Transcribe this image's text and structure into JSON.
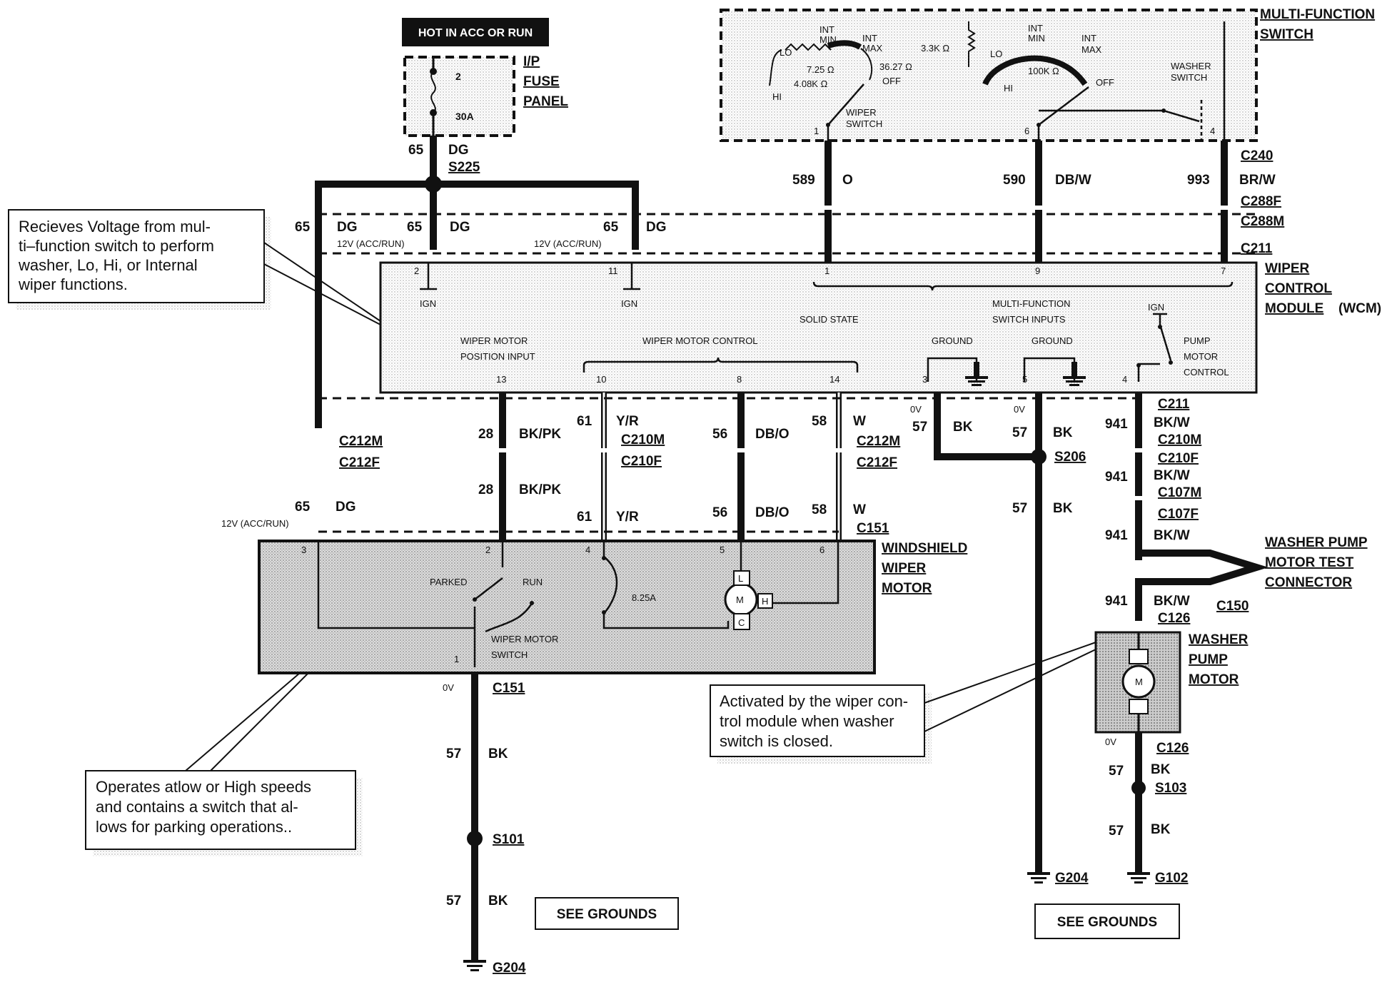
{
  "header": {
    "hot_label": "HOT IN ACC OR RUN"
  },
  "fuse_panel": {
    "name_l1": "I/P",
    "name_l2": "FUSE",
    "name_l3": "PANEL",
    "pin": "2",
    "rating": "30A"
  },
  "mfs": {
    "name_l1": "MULTI-FUNCTION",
    "name_l2": "SWITCH",
    "lo": "LO",
    "hi": "HI",
    "int_min_1": "INT",
    "int_min_2": "MIN",
    "int_max_1": "INT",
    "int_max_2": "MAX",
    "r1": "7.25 Ω",
    "r2": "4.08K Ω",
    "r3": "36.27 Ω",
    "off": "OFF",
    "wiper_switch_1": "WIPER",
    "wiper_switch_2": "SWITCH",
    "r4": "3.3K Ω",
    "r5": "100K Ω",
    "washer_switch_1": "WASHER",
    "washer_switch_2": "SWITCH",
    "pins": [
      "1",
      "6",
      "4"
    ]
  },
  "upper_wires": {
    "w589": "589",
    "c589": "O",
    "w590": "590",
    "c590": "DB/W",
    "w993": "993",
    "c993": "BR/W",
    "conn": [
      "C240",
      "C288F",
      "C288M",
      "C211"
    ]
  },
  "feed": {
    "w65": "65",
    "dg": "DG",
    "s225": "S225",
    "volt": "12V (ACC/RUN)"
  },
  "wcm": {
    "name_l1": "WIPER",
    "name_l2": "CONTROL",
    "name_l3": "MODULE",
    "name_abbr": "(WCM)",
    "ign": "IGN",
    "solid_state": "SOLID STATE",
    "mfs_inputs_1": "MULTI-FUNCTION",
    "mfs_inputs_2": "SWITCH INPUTS",
    "ground": "GROUND",
    "pump_1": "PUMP",
    "pump_2": "MOTOR",
    "pump_3": "CONTROL",
    "wmpi_1": "WIPER MOTOR",
    "wmpi_2": "POSITION INPUT",
    "wmc": "WIPER MOTOR CONTROL",
    "pins_top": [
      "2",
      "11",
      "1",
      "9",
      "7"
    ],
    "pins_bottom": [
      "13",
      "10",
      "8",
      "14",
      "3",
      "5",
      "4"
    ]
  },
  "mid_wires": {
    "w28": "28",
    "c28": "BK/PK",
    "w61": "61",
    "c61": "Y/R",
    "w56": "56",
    "c56": "DB/O",
    "w58": "58",
    "c58": "W",
    "c210m": "C210M",
    "c210f": "C210F",
    "c212m": "C212M",
    "c212f": "C212F",
    "c151": "C151",
    "w57": "57",
    "bk": "BK",
    "zero_v": "0V",
    "s206": "S206",
    "w941": "941",
    "c941": "BK/W",
    "c211": "C211",
    "c107m": "C107M",
    "c107f": "C107F",
    "c150": "C150",
    "c126": "C126"
  },
  "wiper_motor": {
    "name_l1": "WINDSHIELD",
    "name_l2": "WIPER",
    "name_l3": "MOTOR",
    "parked": "PARKED",
    "run": "RUN",
    "switch_1": "WIPER MOTOR",
    "switch_2": "SWITCH",
    "breaker": "8.25A",
    "m": "M",
    "l": "L",
    "h": "H",
    "c": "C",
    "pins": [
      "3",
      "2",
      "4",
      "5",
      "6",
      "1"
    ]
  },
  "washer_test": {
    "name_l1": "WASHER PUMP",
    "name_l2": "MOTOR TEST",
    "name_l3": "CONNECTOR"
  },
  "washer_pump": {
    "name_l1": "WASHER",
    "name_l2": "PUMP",
    "name_l3": "MOTOR",
    "m": "M"
  },
  "grounds": {
    "s101": "S101",
    "s103": "S103",
    "g204": "G204",
    "g102": "G102",
    "see": "SEE GROUNDS"
  },
  "notes": {
    "n1": [
      "Recieves Voltage from mul-",
      "ti–function switch to perform",
      "washer, Lo, Hi, or Internal",
      "wiper functions."
    ],
    "n2": [
      "Operates atlow or High speeds",
      "and contains a switch that al-",
      "lows for parking operations.."
    ],
    "n3": [
      "Activated by the wiper con-",
      "trol module when washer",
      "switch is closed."
    ]
  }
}
